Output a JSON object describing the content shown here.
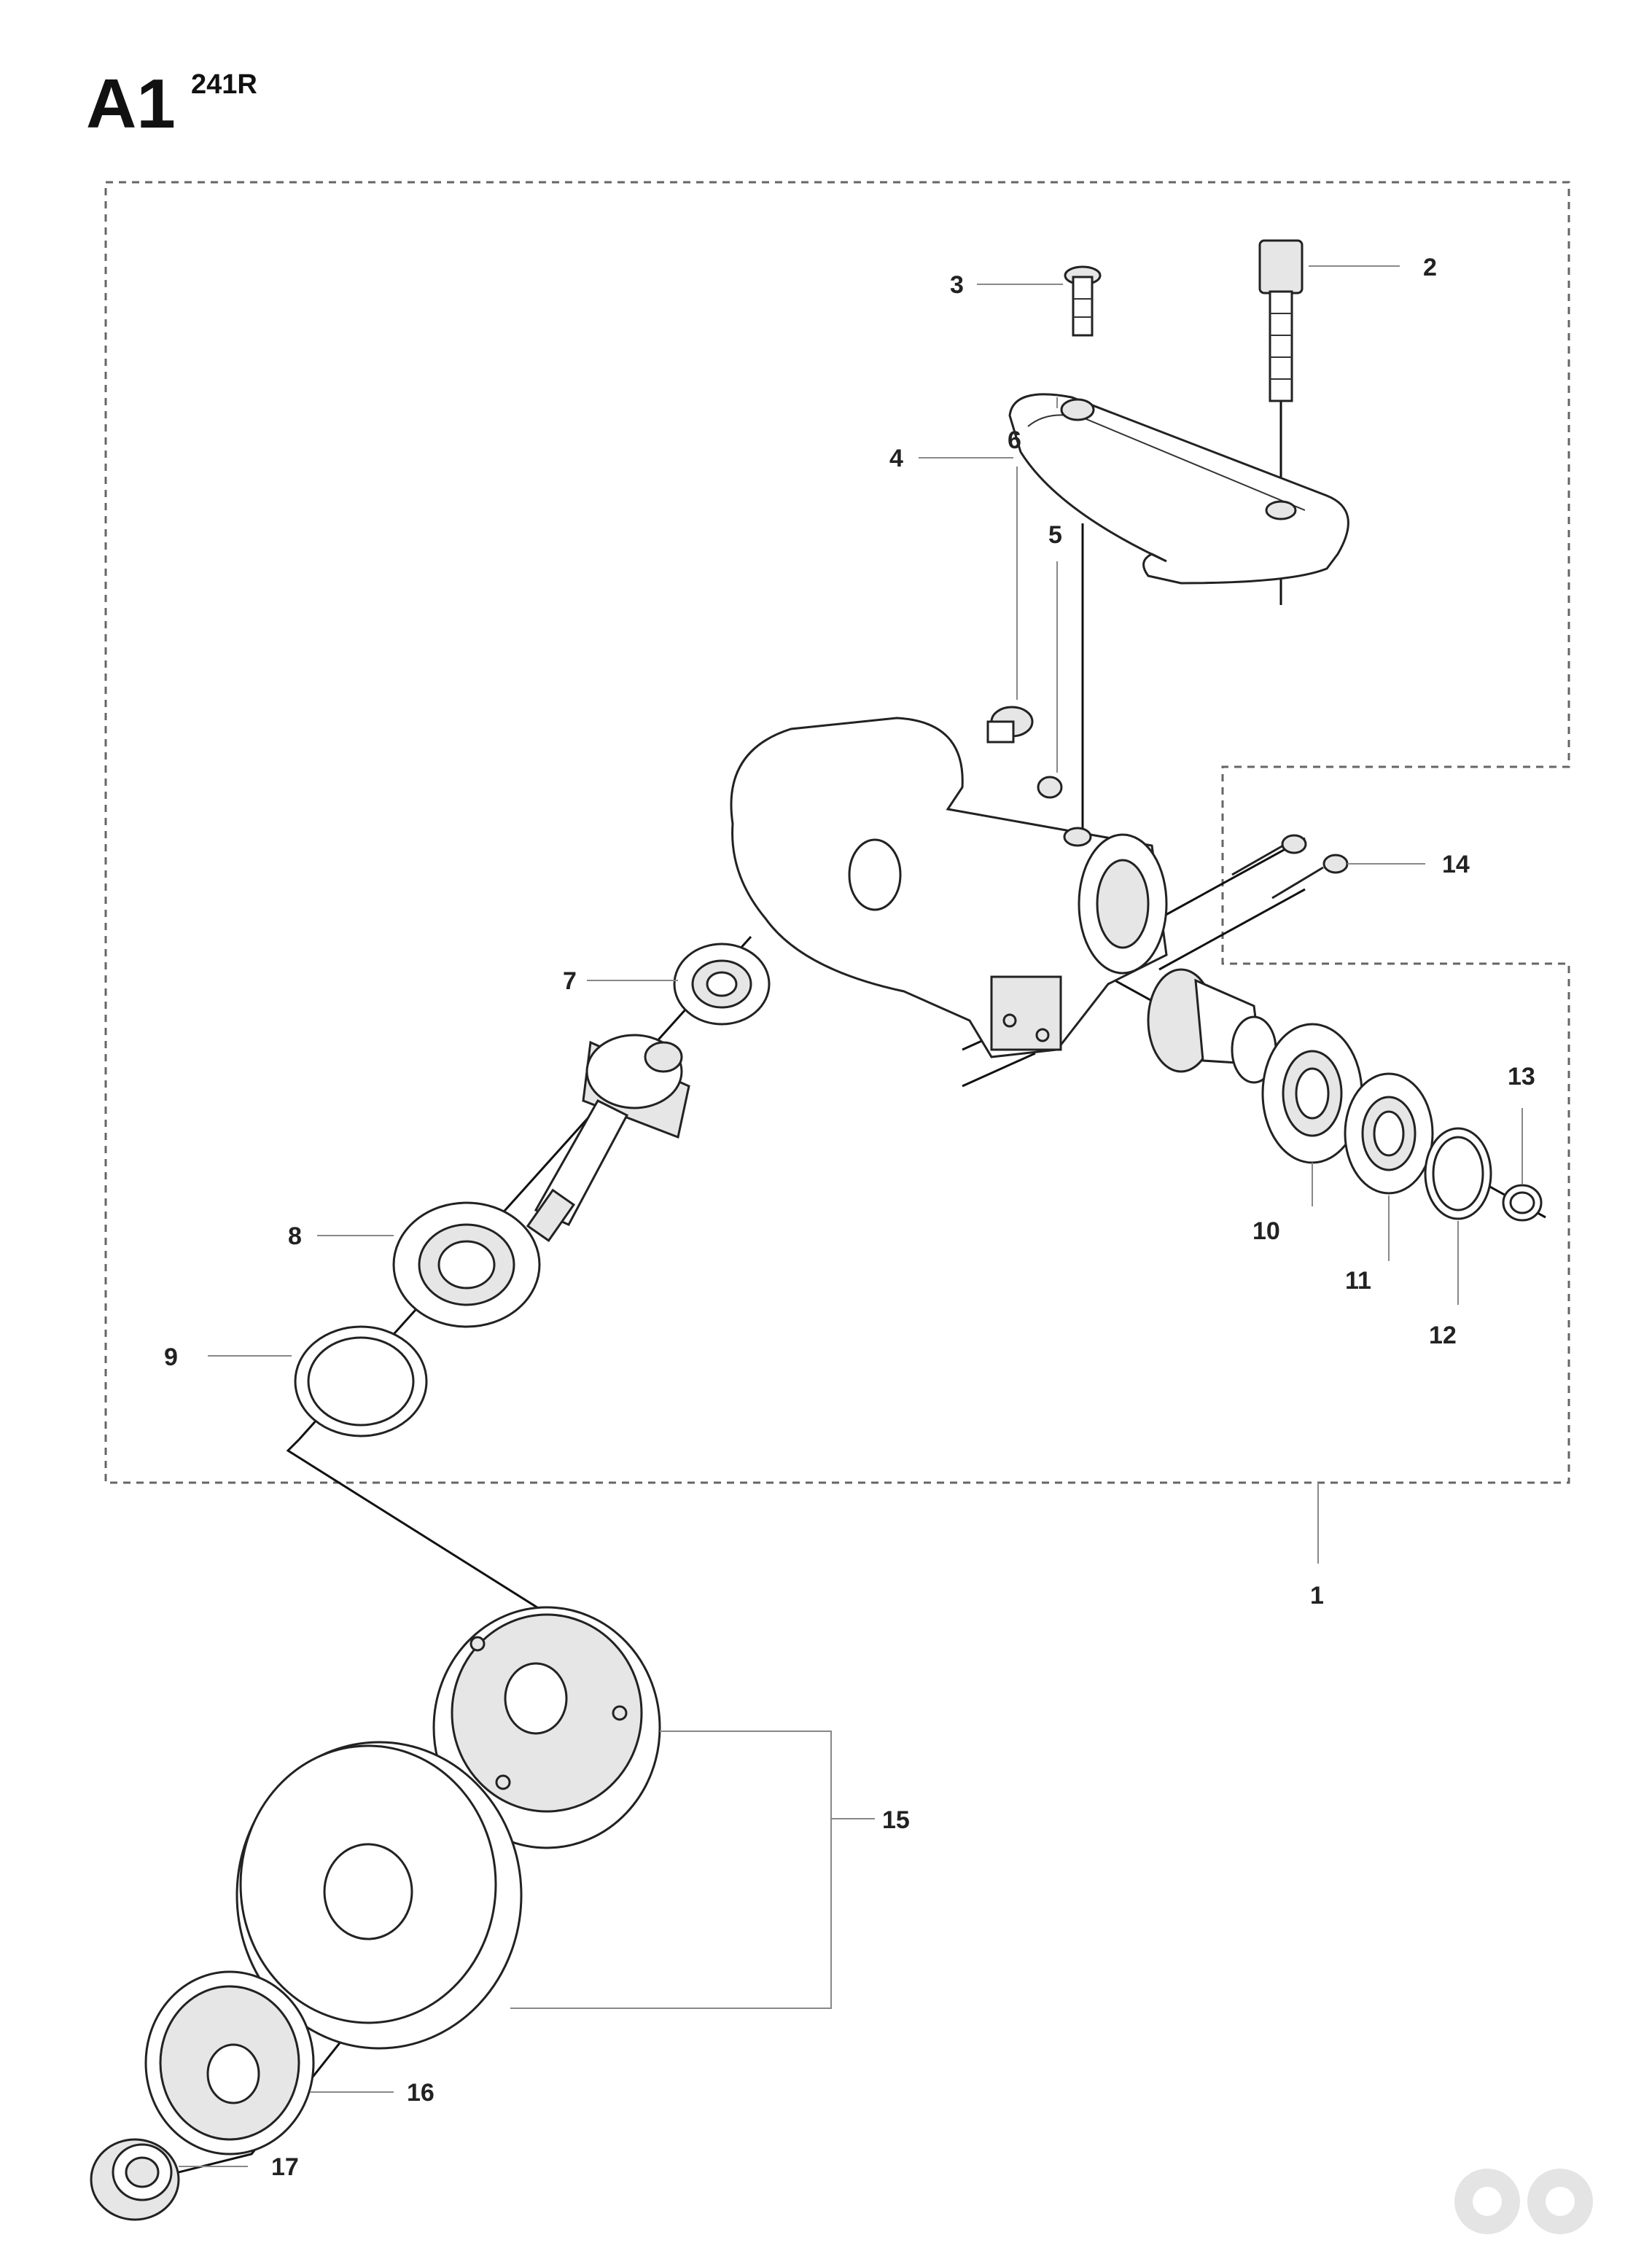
{
  "header": {
    "title": "A1",
    "model": "241R"
  },
  "callouts": [
    {
      "id": "c1",
      "label": "1"
    },
    {
      "id": "c2",
      "label": "2"
    },
    {
      "id": "c3",
      "label": "3"
    },
    {
      "id": "c4",
      "label": "4"
    },
    {
      "id": "c5",
      "label": "5"
    },
    {
      "id": "c6",
      "label": "6"
    },
    {
      "id": "c7",
      "label": "7"
    },
    {
      "id": "c8",
      "label": "8"
    },
    {
      "id": "c9",
      "label": "9"
    },
    {
      "id": "c10",
      "label": "10"
    },
    {
      "id": "c11",
      "label": "11"
    },
    {
      "id": "c12",
      "label": "12"
    },
    {
      "id": "c13",
      "label": "13"
    },
    {
      "id": "c14",
      "label": "14"
    },
    {
      "id": "c15",
      "label": "15"
    },
    {
      "id": "c16",
      "label": "16"
    },
    {
      "id": "c17",
      "label": "17"
    }
  ],
  "icons": {
    "watermark": "logo-watermark-icon"
  }
}
